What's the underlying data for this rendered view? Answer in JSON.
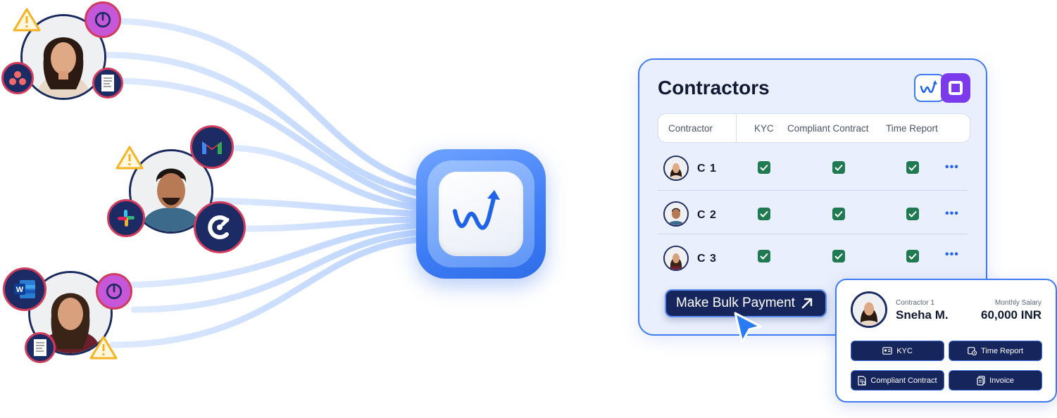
{
  "panel": {
    "title": "Contractors",
    "columns": [
      "Contractor",
      "KYC",
      "Compliant Contract",
      "Time Report"
    ],
    "rows": [
      {
        "name": "C 1",
        "kyc": true,
        "contract": true,
        "time": true,
        "more": "•••"
      },
      {
        "name": "C 2",
        "kyc": true,
        "contract": true,
        "time": true,
        "more": "•••"
      },
      {
        "name": "C 3",
        "kyc": true,
        "contract": true,
        "time": true,
        "more": "•••"
      }
    ],
    "bulk_button": "Make Bulk Payment"
  },
  "card": {
    "contractor_label": "Contractor 1",
    "contractor_name": "Sneha M.",
    "salary_label": "Monthly Salary",
    "salary_value": "60,000 INR",
    "actions": [
      "KYC",
      "Time Report",
      "Compliant Contract",
      "Invoice"
    ]
  },
  "colors": {
    "accent": "#3e7bf0",
    "navy": "#16255b",
    "check": "#1f7a52",
    "warning": "#f5b324",
    "badge_border": "#d23c5c"
  }
}
